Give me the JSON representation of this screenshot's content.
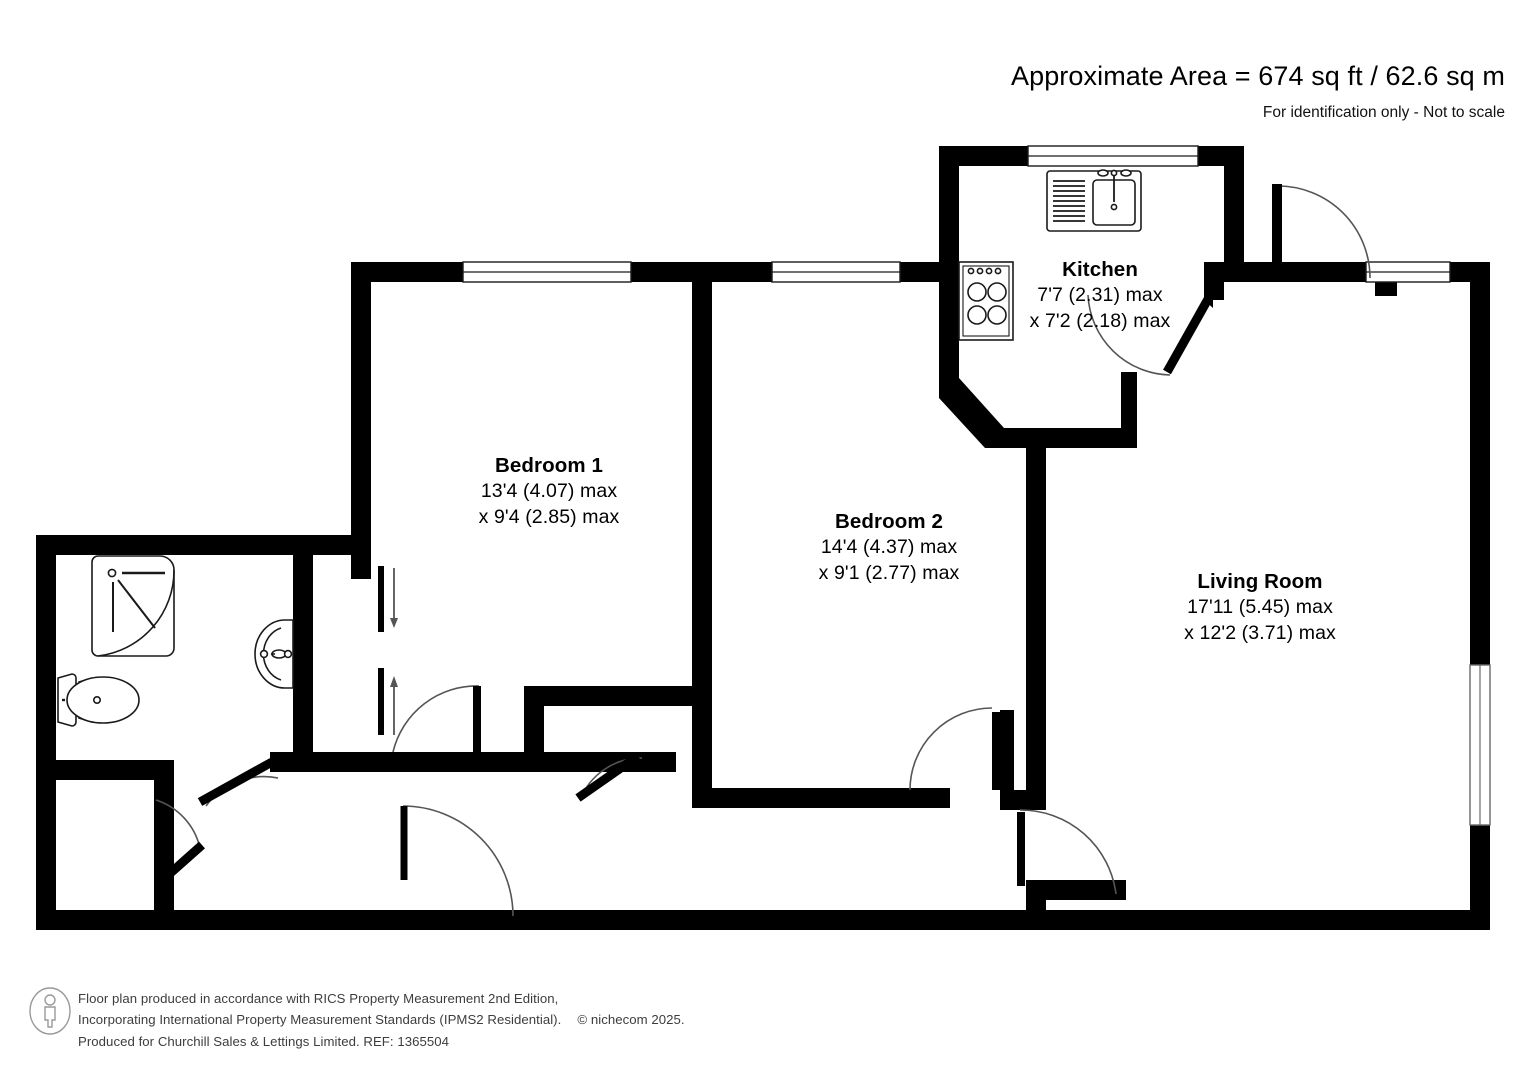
{
  "header": {
    "area_title": "Approximate Area = 674 sq ft / 62.6 sq m",
    "subtitle": "For identification only - Not to scale"
  },
  "rooms": [
    {
      "key": "bedroom1",
      "name": "Bedroom 1",
      "dim_line1": "13'4 (4.07) max",
      "dim_line2": "x 9'4 (2.85) max"
    },
    {
      "key": "bedroom2",
      "name": "Bedroom 2",
      "dim_line1": "14'4 (4.37) max",
      "dim_line2": "x 9'1 (2.77) max"
    },
    {
      "key": "kitchen",
      "name": "Kitchen",
      "dim_line1": "7'7 (2.31) max",
      "dim_line2": "x 7'2 (2.18) max"
    },
    {
      "key": "living",
      "name": "Living Room",
      "dim_line1": "17'11 (5.45) max",
      "dim_line2": "x 12'2 (3.71) max"
    }
  ],
  "fixtures": {
    "shower": "corner-shower",
    "toilet": "wc-toilet",
    "basin": "wash-basin",
    "hob": "cooker-hob",
    "sink": "kitchen-sink-drainer"
  },
  "footer": {
    "icon": "person-info-icon",
    "line1": "Floor plan produced in accordance with RICS Property Measurement 2nd Edition,",
    "line2_a": "Incorporating International Property Measurement Standards (IPMS2 Residential).",
    "line2_b": "© nichecom 2025.",
    "line3": "Produced for Churchill Sales & Lettings Limited.   REF: 1365504"
  },
  "colors": {
    "wall": "#000000",
    "background": "#ffffff",
    "fixture_stroke": "#1a1a1a",
    "door_arc": "#555555",
    "footer_text": "#3d3d3d"
  }
}
